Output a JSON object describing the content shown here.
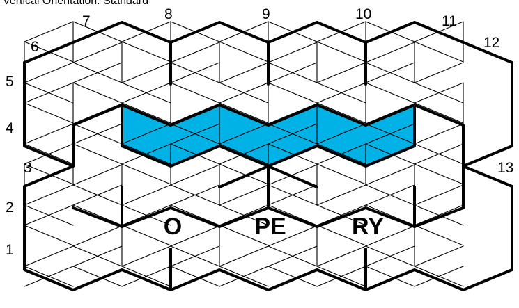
{
  "header_text": "Vertical Orientation: Standard",
  "number_labels": [
    "1",
    "2",
    "3",
    "4",
    "5",
    "6",
    "7",
    "8",
    "9",
    "10",
    "11",
    "12",
    "13"
  ],
  "grid_words": [
    "O",
    "PE",
    "RY"
  ],
  "colors": {
    "highlight": "#00b2e6",
    "line": "#000000",
    "background": "#ffffff"
  }
}
